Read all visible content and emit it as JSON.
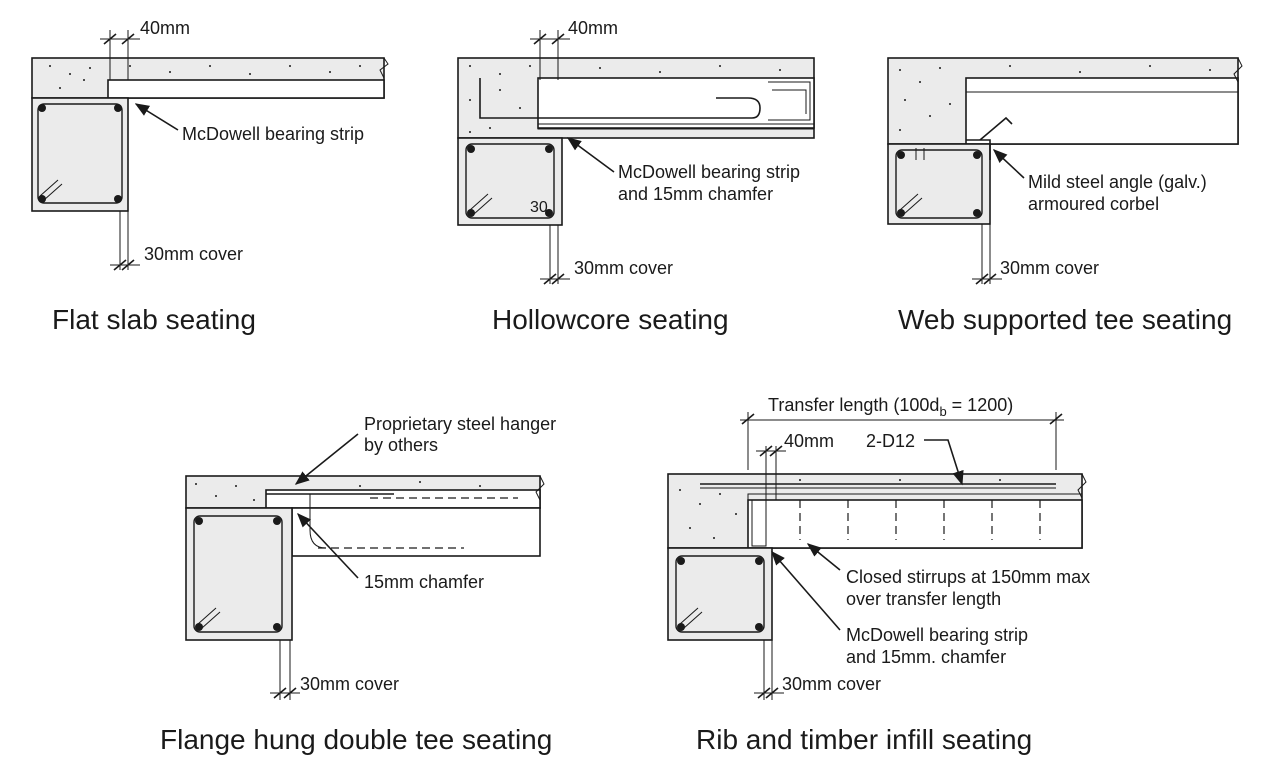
{
  "colors": {
    "ink": "#1a1a1a",
    "concrete": "#ebebeb",
    "background": "#ffffff"
  },
  "panels": {
    "flat_slab": {
      "caption": "Flat slab seating",
      "dim_top": "40mm",
      "callout": "McDowell bearing strip",
      "dim_bottom": "30mm cover"
    },
    "hollowcore": {
      "caption": "Hollowcore seating",
      "dim_top": "40mm",
      "callout_line1": "McDowell bearing strip",
      "callout_line2": "and 15mm chamfer",
      "corner_label": "30",
      "dim_bottom": "30mm cover"
    },
    "web_tee": {
      "caption": "Web supported tee seating",
      "callout_line1": "Mild steel angle (galv.)",
      "callout_line2": "armoured corbel",
      "dim_bottom": "30mm cover"
    },
    "flange_tee": {
      "caption": "Flange hung double tee seating",
      "callout_top_line1": "Proprietary steel hanger",
      "callout_top_line2": "by others",
      "callout_chamfer": "15mm chamfer",
      "dim_bottom": "30mm cover"
    },
    "rib_timber": {
      "caption": "Rib and timber infill seating",
      "transfer_prefix": "Transfer length (100d",
      "transfer_sub": "b",
      "transfer_suffix": " = 1200)",
      "dim_top": "40mm",
      "bars_label": "2-D12",
      "stirrups_line1": "Closed stirrups at 150mm max",
      "stirrups_line2": "over transfer length",
      "bearing_line1": "McDowell bearing strip",
      "bearing_line2": "and 15mm. chamfer",
      "dim_bottom": "30mm cover"
    }
  }
}
